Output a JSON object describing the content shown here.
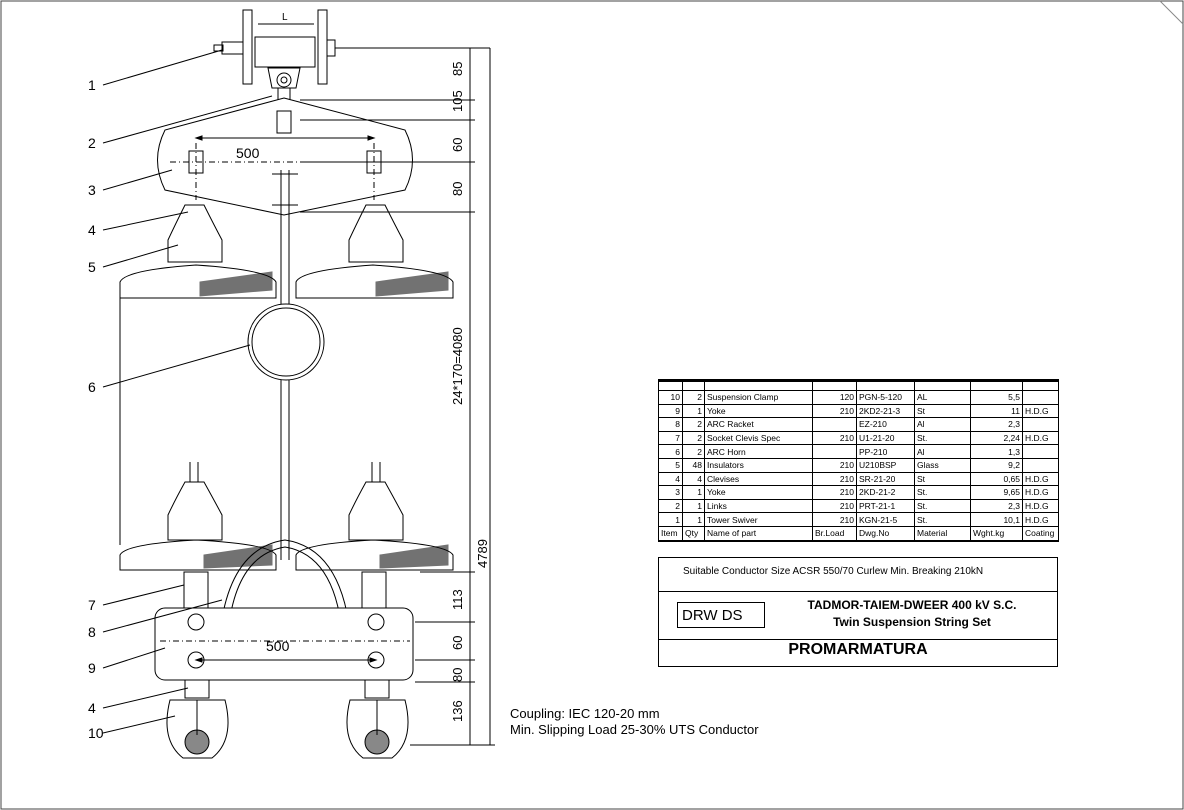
{
  "drawing": {
    "dimensions": {
      "d85": "85",
      "d105": "105",
      "d60a": "60",
      "d80a": "80",
      "d_string": "24*170=4080",
      "d113": "113",
      "d60b": "60",
      "d80b": "80",
      "d136": "136",
      "total": "4789",
      "top_span": "500",
      "bottom_span": "500",
      "top_L": "L"
    },
    "callouts": [
      "1",
      "2",
      "3",
      "4",
      "5",
      "6",
      "7",
      "8",
      "9",
      "4",
      "10"
    ]
  },
  "notes": {
    "coupling": "Coupling: IEC 120-20 mm",
    "slipping": "Min. Slipping Load 25-30% UTS Conductor"
  },
  "parts_table": {
    "headers": [
      "Item",
      "Qty",
      "Name of part",
      "Br.Load",
      "Dwg.No",
      "Material",
      "Wght.kg",
      "Coating"
    ],
    "rows": [
      [
        "10",
        "2",
        "Suspension Clamp",
        "120",
        "PGN-5-120",
        "AL",
        "5,5",
        ""
      ],
      [
        "9",
        "1",
        "Yoke",
        "210",
        "2KD2-21-3",
        "St",
        "11",
        "H.D.G"
      ],
      [
        "8",
        "2",
        "ARC Racket",
        "",
        "EZ-210",
        "Al",
        "2,3",
        ""
      ],
      [
        "7",
        "2",
        "Socket Clevis Spec",
        "210",
        "U1-21-20",
        "St.",
        "2,24",
        "H.D.G"
      ],
      [
        "6",
        "2",
        "ARC Horn",
        "",
        "PP-210",
        "Al",
        "1,3",
        ""
      ],
      [
        "5",
        "48",
        "Insulators",
        "210",
        "U210BSP",
        "Glass",
        "9,2",
        ""
      ],
      [
        "4",
        "4",
        "Clevises",
        "210",
        "SR-21-20",
        "St",
        "0,65",
        "H.D.G"
      ],
      [
        "3",
        "1",
        "Yoke",
        "210",
        "2KD-21-2",
        "St.",
        "9,65",
        "H.D.G"
      ],
      [
        "2",
        "1",
        "Links",
        "210",
        "PRT-21-1",
        "St.",
        "2,3",
        "H.D.G"
      ],
      [
        "1",
        "1",
        "Tower Swiver",
        "210",
        "KGN-21-5",
        "St.",
        "10,1",
        "H.D.G"
      ]
    ]
  },
  "title_block": {
    "conductor_note": "Suitable Conductor Size ACSR 550/70 Curlew   Min. Breaking 210kN",
    "drawing_code": "DRW DS",
    "title_line1": "TADMOR-TAIEM-DWEER  400 kV S.C.",
    "title_line2": "Twin  Suspension String Set",
    "company": "PROMARMATURA"
  }
}
